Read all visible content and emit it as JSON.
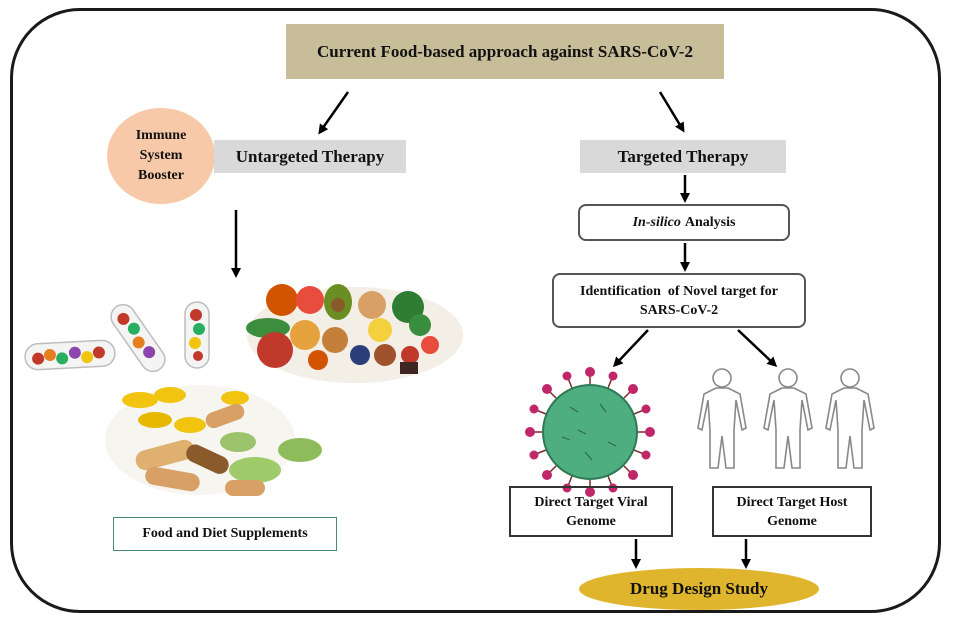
{
  "title": "Current Food-based approach against SARS-CoV-2",
  "immune_booster": "Immune System Booster",
  "untargeted": "Untargeted Therapy",
  "targeted": "Targeted Therapy",
  "insilico": {
    "italic": "In-silico",
    "rest": "Analysis"
  },
  "novel_target": "Identification  of Novel target for SARS-CoV-2",
  "viral_genome": "Direct Target Viral Genome",
  "host_genome": "Direct Target Host Genome",
  "supplements": "Food and Diet Supplements",
  "drug_design": "Drug Design Study",
  "icons": [
    "supplement-capsules-image",
    "fruits-vegetables-image",
    "pills-tablets-image",
    "virus-image",
    "human-silhouettes-image"
  ],
  "colors": {
    "title_box": "#c8bd99",
    "therapy_box": "#d9d9d9",
    "immune_circle": "#f8c9a8",
    "drug_oval": "#e0b52e",
    "virus_body": "#4fae7f",
    "virus_spike": "#c2266a"
  }
}
